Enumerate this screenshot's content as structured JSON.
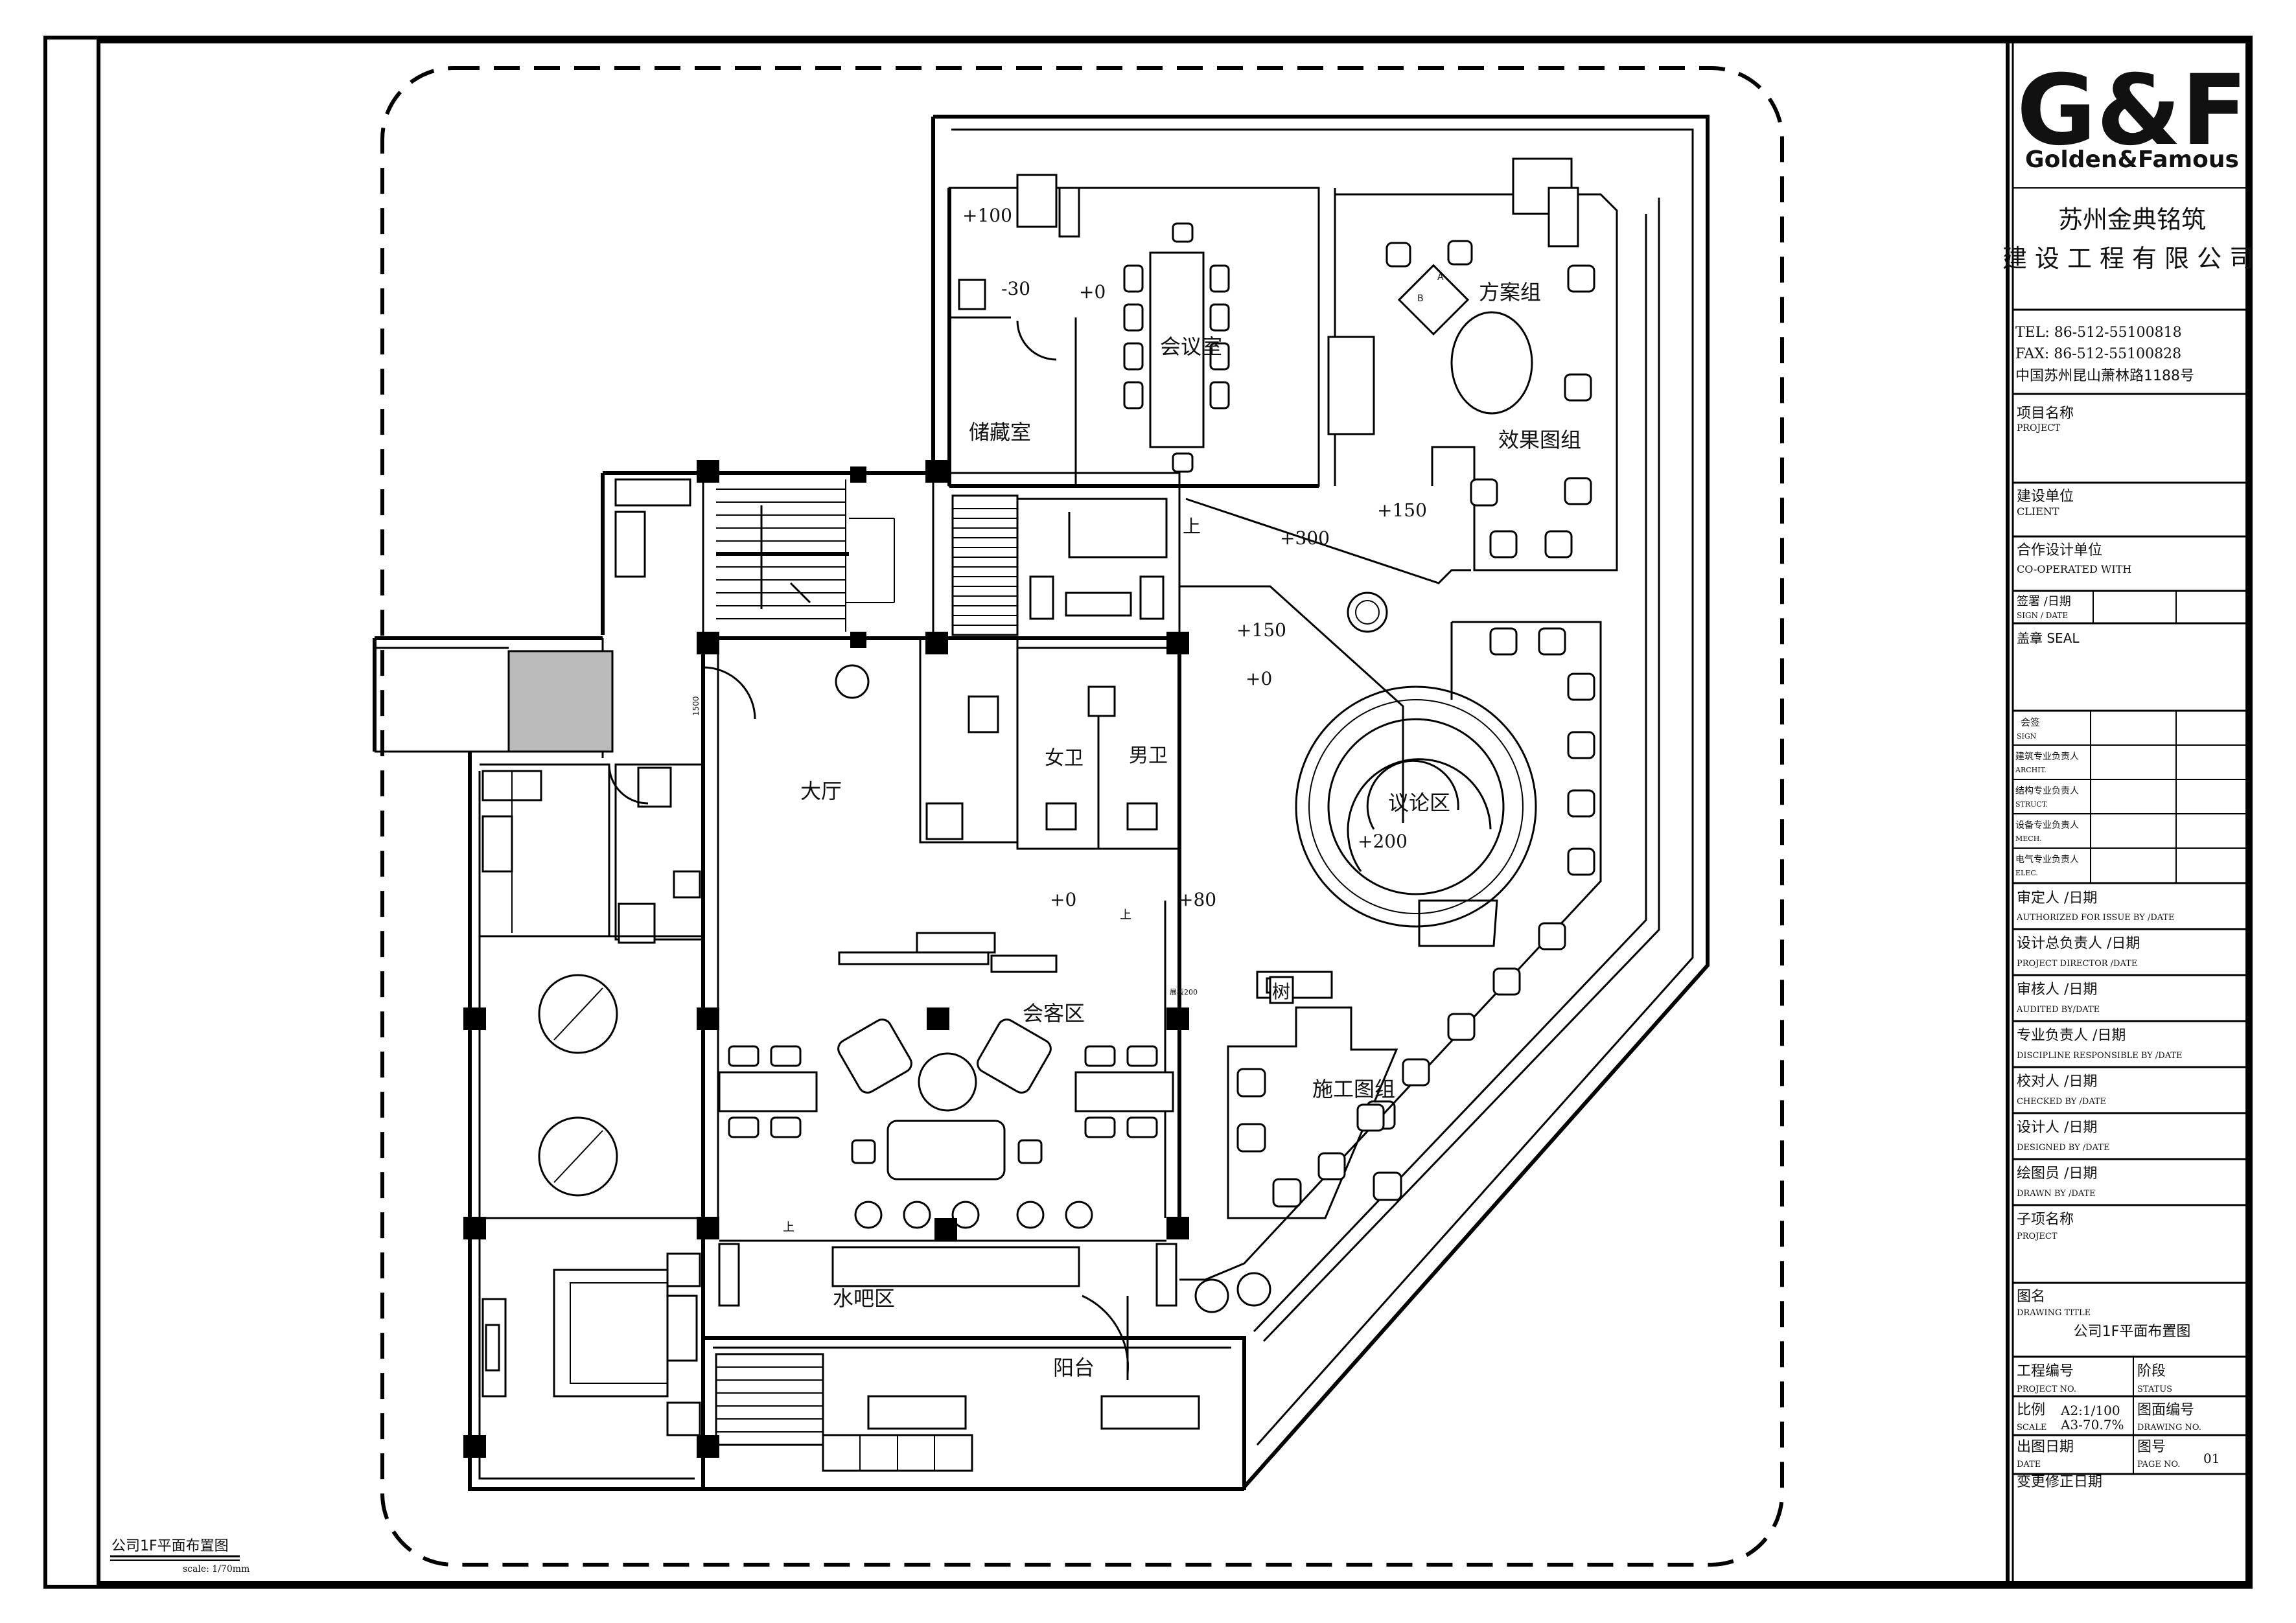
{
  "company": {
    "logo": "G&F",
    "name_en": "Golden&Famous",
    "name_cn_1": "苏州金典铭筑",
    "name_cn_2": "建设工程有限公司",
    "tel": "TEL:  86-512-55100818",
    "fax": "FAX:  86-512-55100828",
    "address": "中国苏州昆山萧林路1188号"
  },
  "titleblock": {
    "project_cn": "项目名称",
    "project_en": "PROJECT",
    "client_cn": "建设单位",
    "client_en": "CLIENT",
    "coop_cn": "合作设计单位",
    "coop_en": "CO-OPERATED WITH",
    "sign_cn": "签署 /日期",
    "sign_en": "SIGN / DATE",
    "seal": "盖章 SEAL",
    "hq_cn": "会签",
    "hq_en": "SIGN",
    "arch_cn": "建筑专业负责人",
    "arch_en": "ARCHIT.",
    "struct_cn": "结构专业负责人",
    "struct_en": "STRUCT.",
    "mech_cn": "设备专业负责人",
    "mech_en": "MECH.",
    "elec_cn": "电气专业负责人",
    "elec_en": "ELEC.",
    "auth_cn": "审定人 /日期",
    "auth_en": "AUTHORIZED FOR ISSUE BY /DATE",
    "dir_cn": "设计总负责人 /日期",
    "dir_en": "PROJECT DIRECTOR /DATE",
    "audit_cn": "审核人 /日期",
    "audit_en": "AUDITED BY/DATE",
    "disc_cn": "专业负责人 /日期",
    "disc_en": "DISCIPLINE RESPONSIBLE BY /DATE",
    "check_cn": "校对人 /日期",
    "check_en": "CHECKED BY /DATE",
    "design_cn": "设计人 /日期",
    "design_en": "DESIGNED BY /DATE",
    "drawn_cn": "绘图员 /日期",
    "drawn_en": "DRAWN BY /DATE",
    "sub_cn": "子项名称",
    "sub_en": "PROJECT",
    "title_cn": "图名",
    "title_en": "DRAWING TITLE",
    "title_value": "公司1F平面布置图",
    "projno_cn": "工程编号",
    "projno_en": "PROJECT NO.",
    "status_cn": "阶段",
    "status_en": "STATUS",
    "scale_cn": "比例",
    "scale_en": "SCALE",
    "scale_v1": "A2:1/100",
    "scale_v2": "A3-70.7%",
    "dwgno_cn": "图面编号",
    "dwgno_en": "DRAWING NO.",
    "date_cn": "出图日期",
    "date_en": "DATE",
    "page_cn": "图号",
    "page_en": "PAGE NO.",
    "page_value": "01",
    "rev_cn": "变更修正日期"
  },
  "drawing": {
    "caption": "公司1F平面布置图",
    "caption_scale": "scale: 1/70mm"
  },
  "rooms": {
    "meeting": "会议室",
    "storage": "储藏室",
    "scheme": "方案组",
    "render": "效果图组",
    "hall": "大厅",
    "women": "女卫",
    "men": "男卫",
    "discuss": "议论区",
    "reception": "会客区",
    "construction": "施工图组",
    "bar": "水吧区",
    "balcony": "阳台",
    "up1": "上",
    "up2": "上",
    "up3": "上",
    "tree": "树"
  },
  "levels": {
    "l1": "+100",
    "l2": "-30",
    "l3": "+0",
    "l4": "+300",
    "l5": "+150",
    "l6": "+150",
    "l7": "+0",
    "l8": "+200",
    "l9": "+0",
    "l10": "+80"
  },
  "small_tags": {
    "door_w": "1500",
    "a": "A",
    "b": "B",
    "label_tag": "展板200"
  }
}
